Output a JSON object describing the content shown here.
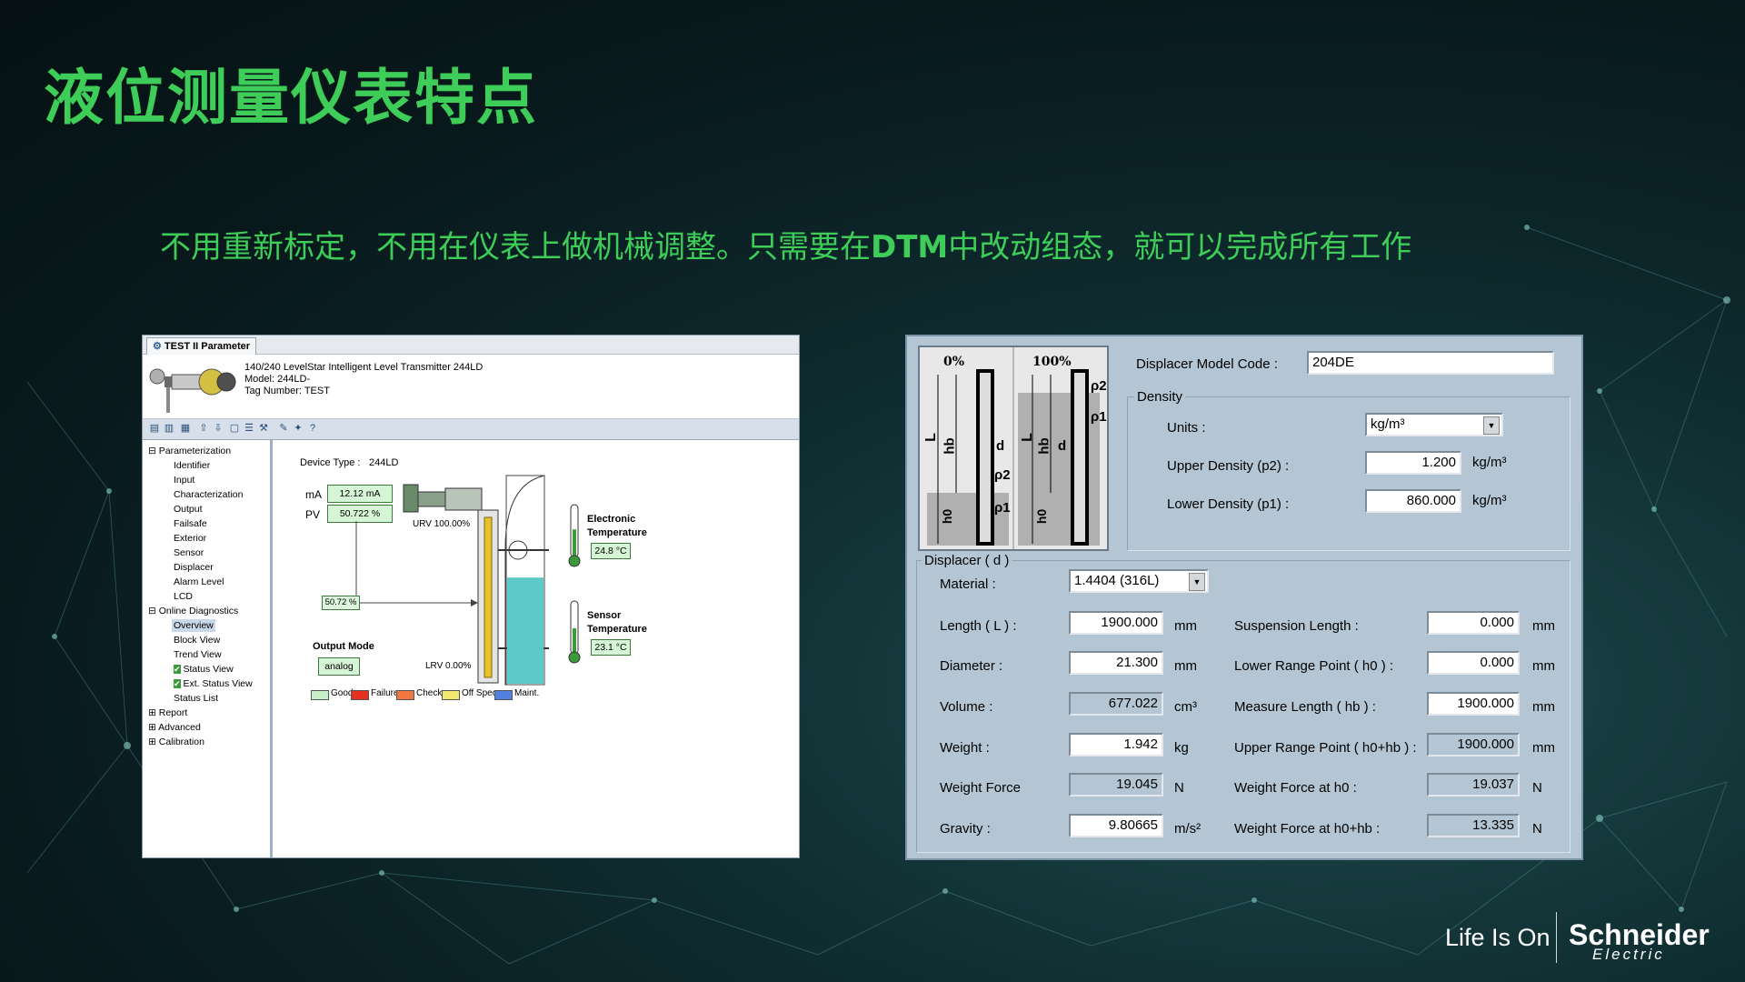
{
  "slide": {
    "title": "液位测量仪表特点",
    "subtitle_part1": "不用重新标定，不用在仪表上做机械调整。只需要在",
    "subtitle_bold": "DTM",
    "subtitle_part2": "中改动组态，就可以完成所有工作"
  },
  "left_window": {
    "tab": "TEST II Parameter",
    "header_line1": "140/240 LevelStar Intelligent Level Transmitter 244LD",
    "header_line2": "Model: 244LD-",
    "header_line3": "Tag Number: TEST",
    "toolbar_icons": [
      "open-icon",
      "save-icon",
      "print-icon",
      "upload-icon",
      "download-icon",
      "compare-icon",
      "list-icon",
      "tools-icon",
      "help-icon",
      "context-help-icon",
      "question-icon"
    ],
    "tree": {
      "parameterization": "Parameterization",
      "items1": [
        "Identifier",
        "Input",
        "Characterization",
        "Output",
        "Failsafe",
        "Exterior",
        "Sensor",
        "Displacer",
        "Alarm Level",
        "LCD"
      ],
      "online_diagnostics": "Online Diagnostics",
      "items2": [
        "Overview",
        "Block View",
        "Trend View",
        "Status View",
        "Ext. Status View",
        "Status List"
      ],
      "report": "Report",
      "advanced": "Advanced",
      "calibration": "Calibration"
    },
    "overview": {
      "device_type_label": "Device Type :",
      "device_type_value": "244LD",
      "ma_label": "mA",
      "ma_value": "12.12 mA",
      "pv_label": "PV",
      "pv_value": "50.722 %",
      "level_value": "50.72 %",
      "urv_label": "URV 100.00%",
      "lrv_label": "LRV 0.00%",
      "elec_temp_label1": "Electronic",
      "elec_temp_label2": "Temperature",
      "elec_temp_value": "24.8 °C",
      "elec_temp_fill": 0.55,
      "sensor_temp_label1": "Sensor",
      "sensor_temp_label2": "Temperature",
      "sensor_temp_value": "23.1 °C",
      "sensor_temp_fill": 0.5,
      "tank_level_fill": 0.51,
      "output_mode_label": "Output Mode",
      "output_mode_value": "analog",
      "legend": [
        {
          "label": "Good",
          "color": "#c8f0c8"
        },
        {
          "label": "Failure",
          "color": "#e83020"
        },
        {
          "label": "Check",
          "color": "#f07840"
        },
        {
          "label": "Off Spec.",
          "color": "#f0e870"
        },
        {
          "label": "Maint.",
          "color": "#5080e0"
        }
      ]
    }
  },
  "right_window": {
    "diagram_label_0": "0%",
    "diagram_label_100": "100%",
    "diagram_L": "L",
    "diagram_hb": "hb",
    "diagram_d": "d",
    "diagram_p2": "ρ2",
    "diagram_p1": "ρ1",
    "diagram_h0": "h0",
    "displacer_model_label": "Displacer Model Code :",
    "displacer_model_value": "204DE",
    "density_group": "Density",
    "units_label": "Units :",
    "units_value": "kg/m³",
    "upper_density_label": "Upper Density (p2) :",
    "upper_density_value": "1.200",
    "upper_density_unit": "kg/m³",
    "lower_density_label": "Lower Density (p1) :",
    "lower_density_value": "860.000",
    "lower_density_unit": "kg/m³",
    "displacer_group": "Displacer ( d )",
    "material_label": "Material :",
    "material_value": "1.4404 (316L)",
    "length_label": "Length ( L ) :",
    "length_value": "1900.000",
    "length_unit": "mm",
    "diameter_label": "Diameter :",
    "diameter_value": "21.300",
    "diameter_unit": "mm",
    "volume_label": "Volume :",
    "volume_value": "677.022",
    "volume_unit": "cm³",
    "weight_label": "Weight :",
    "weight_value": "1.942",
    "weight_unit": "kg",
    "weight_force_label": "Weight Force",
    "weight_force_value": "19.045",
    "weight_force_unit": "N",
    "gravity_label": "Gravity :",
    "gravity_value": "9.80665",
    "gravity_unit": "m/s²",
    "suspension_label": "Suspension Length :",
    "suspension_value": "0.000",
    "suspension_unit": "mm",
    "lrp_label": "Lower Range Point ( h0 ) :",
    "lrp_value": "0.000",
    "lrp_unit": "mm",
    "measure_length_label": "Measure Length ( hb ) :",
    "measure_length_value": "1900.000",
    "measure_length_unit": "mm",
    "urp_label": "Upper Range Point ( h0+hb ) :",
    "urp_value": "1900.000",
    "urp_unit": "mm",
    "wf_h0_label": "Weight Force at h0 :",
    "wf_h0_value": "19.037",
    "wf_h0_unit": "N",
    "wf_h0hb_label": "Weight Force at h0+hb :",
    "wf_h0hb_value": "13.335",
    "wf_h0hb_unit": "N"
  },
  "footer": {
    "tagline": "Life Is On",
    "brand_name": "Schneider",
    "brand_sub": "Electric"
  },
  "colors": {
    "accent_green": "#3dcd58",
    "background": "#0e2a2e"
  }
}
